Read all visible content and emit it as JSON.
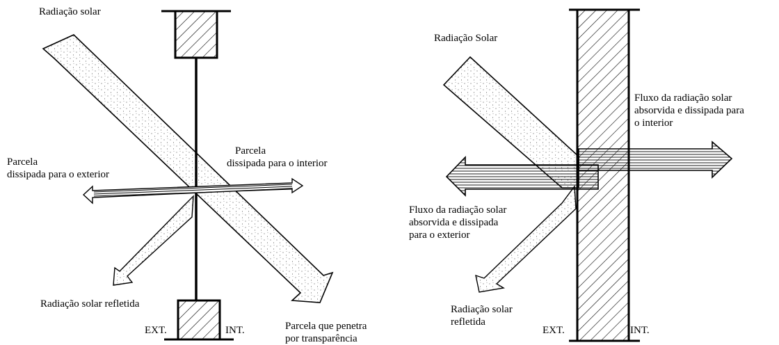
{
  "left_panel": {
    "incident_label": "Radiação solar",
    "exterior_share_label": [
      "Parcela",
      "dissipada para o exterior"
    ],
    "interior_share_label": [
      "Parcela",
      "dissipada para o interior"
    ],
    "reflected_label": "Radiação solar refletida",
    "transmitted_label": [
      "Parcela que penetra",
      "por transparência"
    ],
    "ext_label": "EXT.",
    "int_label": "INT."
  },
  "right_panel": {
    "incident_label": "Radiação Solar",
    "interior_flux_label": [
      "Fluxo da radiação solar",
      "absorvida e dissipada para",
      "o interior"
    ],
    "exterior_flux_label": [
      "Fluxo da radiação solar",
      "absorvida e dissipada",
      "para o exterior"
    ],
    "reflected_label": [
      "Radiação solar",
      "refletida"
    ],
    "ext_label": "EXT.",
    "int_label": "INT."
  }
}
